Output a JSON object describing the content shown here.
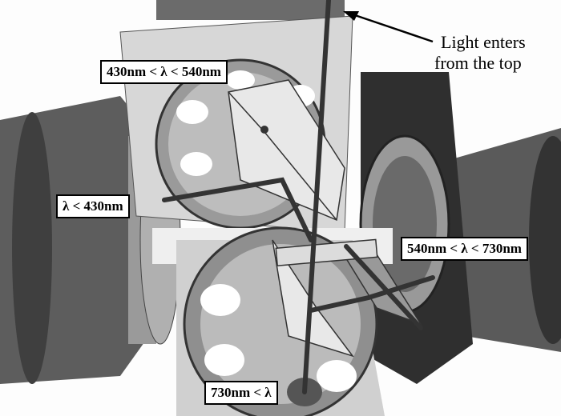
{
  "labels": {
    "band_blue_green": "430nm < λ < 540nm",
    "band_violet": "λ < 430nm",
    "band_red": "540nm < λ < 730nm",
    "band_ir": "730nm < λ"
  },
  "annotation": {
    "line1": "Light enters",
    "line2": "from the top"
  }
}
